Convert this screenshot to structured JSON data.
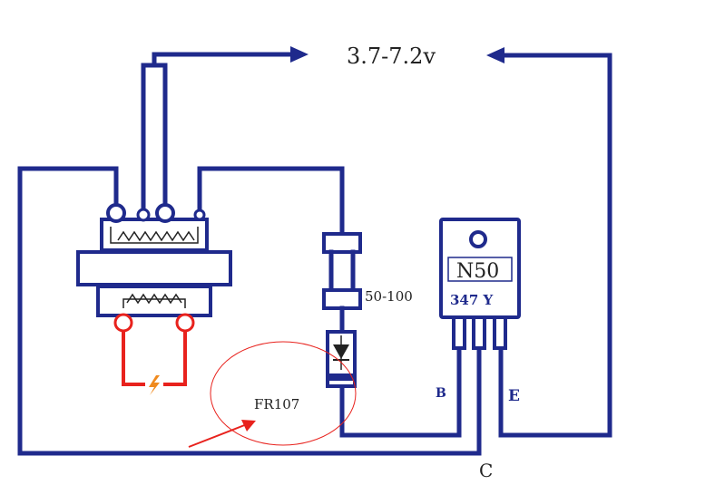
{
  "labels": {
    "voltage": "3.7-7.2v",
    "resistor_value": "50-100",
    "diode_part": "FR107",
    "transistor_part": "N50",
    "transistor_code": "347 Y",
    "pin_b": "B",
    "pin_e": "E",
    "pin_c": "C"
  },
  "colors": {
    "wire": "#1f2a8c",
    "highlight": "#e8221d",
    "spark": "#f08a1e"
  },
  "icons": {
    "spark": "lightning-icon",
    "arrow": "arrow-icon"
  }
}
